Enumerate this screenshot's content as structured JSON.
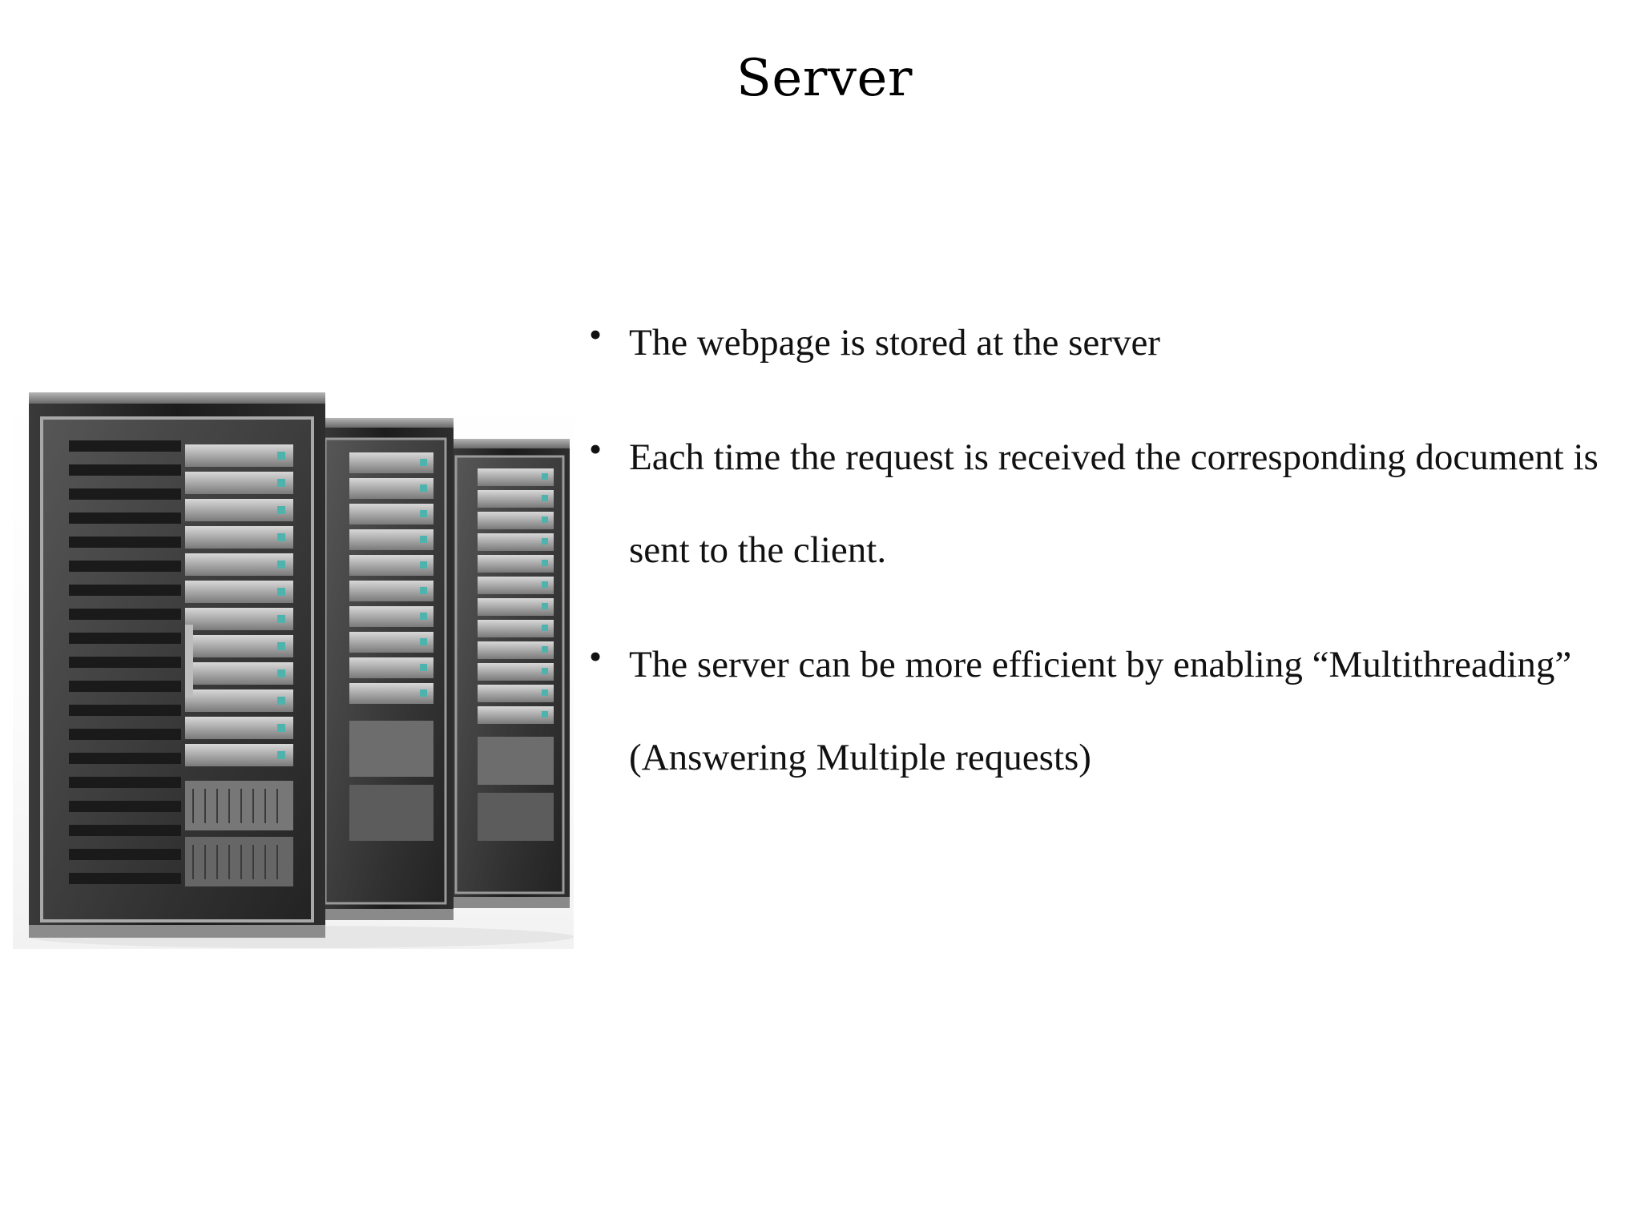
{
  "slide": {
    "title": "Server",
    "image": {
      "icon": "server-rack-image"
    },
    "bullets": [
      {
        "text": "The webpage is  stored at the server"
      },
      {
        "text": "Each time the request is received the corresponding document is sent to the client."
      },
      {
        "text": "The server can be more efficient by enabling “Multithreading” (Answering Multiple requests)"
      }
    ]
  }
}
